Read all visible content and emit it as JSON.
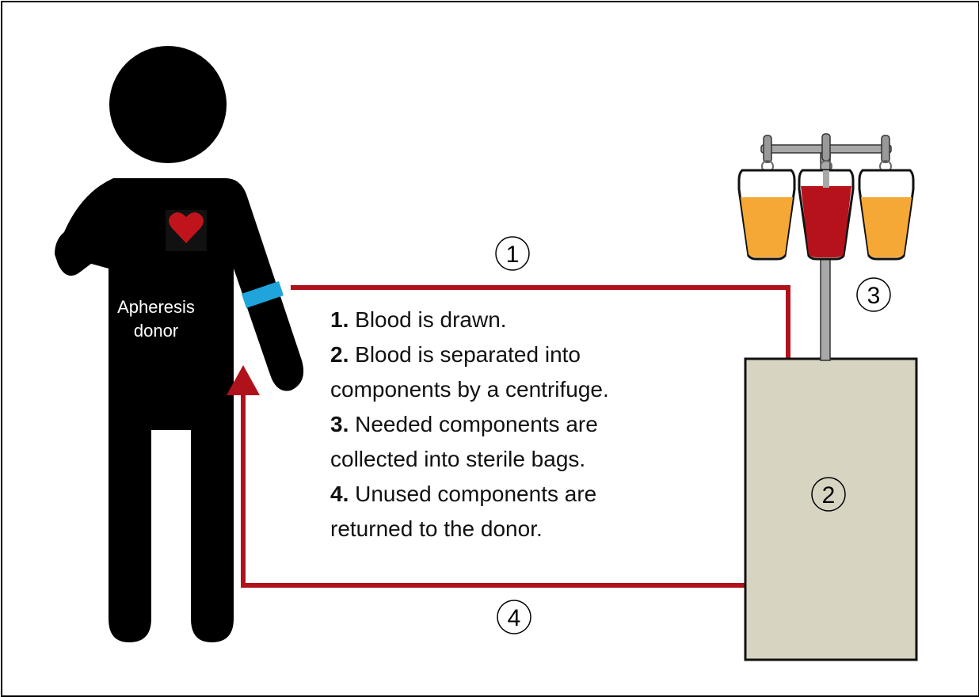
{
  "donor": {
    "label_line1": "Apheresis",
    "label_line2": "donor"
  },
  "markers": {
    "m1": "1",
    "m2": "2",
    "m3": "3",
    "m4": "4"
  },
  "steps": [
    {
      "num": "1.",
      "text": "Blood is drawn."
    },
    {
      "num": "2.",
      "text": "Blood is separated into",
      "cont": "components by a centrifuge."
    },
    {
      "num": "3.",
      "text": "Needed components are",
      "cont": "collected into sterile bags."
    },
    {
      "num": "4.",
      "text": "Unused components are",
      "cont": "returned to the donor."
    }
  ],
  "colors": {
    "flow_arrow": "#b0121c",
    "heart": "#c0141c",
    "armband": "#1fa4dc",
    "machine": "#d8d4c2",
    "bag_plasma": "#f6a836",
    "bag_red_cells": "#b5121b",
    "pole": "#a8a8a8"
  }
}
